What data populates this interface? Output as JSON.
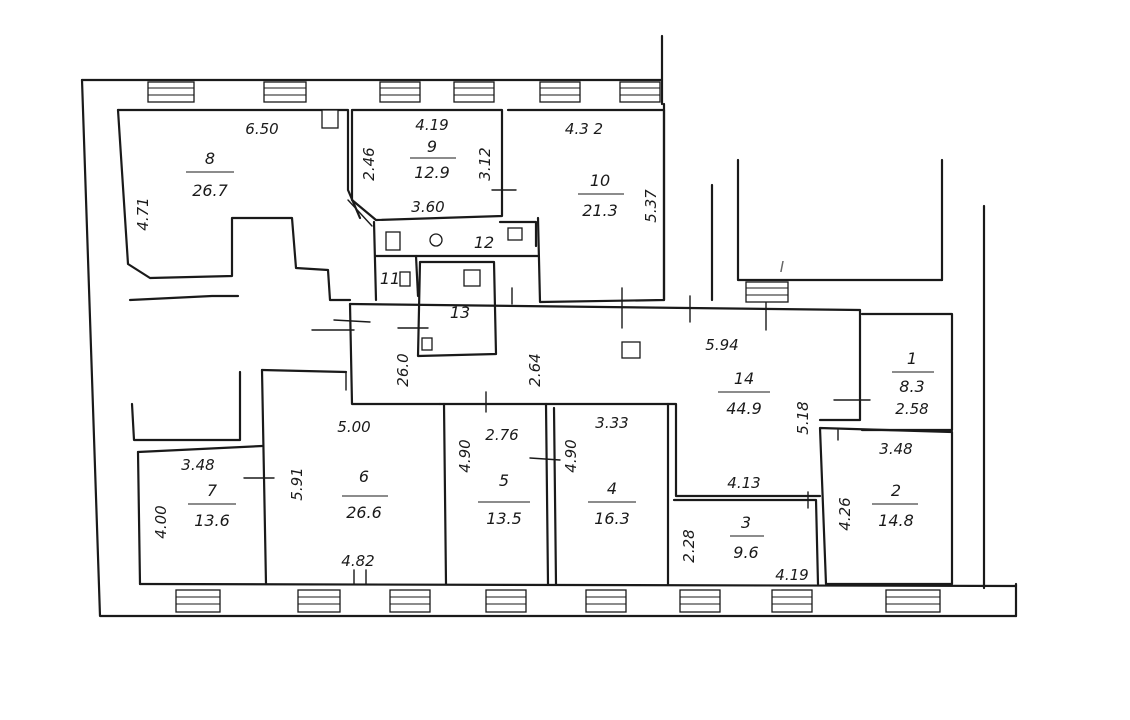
{
  "plan": {
    "rooms": [
      {
        "id": "room-1",
        "number": "1",
        "area": "8.3"
      },
      {
        "id": "room-2",
        "number": "2",
        "area": "14.8"
      },
      {
        "id": "room-3",
        "number": "3",
        "area": "9.6"
      },
      {
        "id": "room-4",
        "number": "4",
        "area": "16.3"
      },
      {
        "id": "room-5",
        "number": "5",
        "area": "13.5"
      },
      {
        "id": "room-6",
        "number": "6",
        "area": "26.6"
      },
      {
        "id": "room-7",
        "number": "7",
        "area": "13.6"
      },
      {
        "id": "room-8",
        "number": "8",
        "area": "26.7"
      },
      {
        "id": "room-9",
        "number": "9",
        "area": "12.9"
      },
      {
        "id": "room-10",
        "number": "10",
        "area": "21.3"
      },
      {
        "id": "room-11",
        "number": "11",
        "area": ""
      },
      {
        "id": "room-12",
        "number": "12",
        "area": ""
      },
      {
        "id": "room-13",
        "number": "13",
        "area": ""
      },
      {
        "id": "room-14",
        "number": "14",
        "area": "44.9"
      }
    ],
    "dimensions": [
      "6.50",
      "4.71",
      "4.19",
      "2.46",
      "3.12",
      "3.60",
      "4.3 2",
      "5.37",
      "2.64",
      "26.0",
      "5.94",
      "5.18",
      "2.58",
      "3.48",
      "4.26",
      "5.00",
      "2.76",
      "4.90",
      "4.90",
      "3.33",
      "4.13",
      "2.28",
      "4.19",
      "5.91",
      "4.82",
      "3.48",
      "4.00"
    ],
    "section_mark": "I"
  }
}
